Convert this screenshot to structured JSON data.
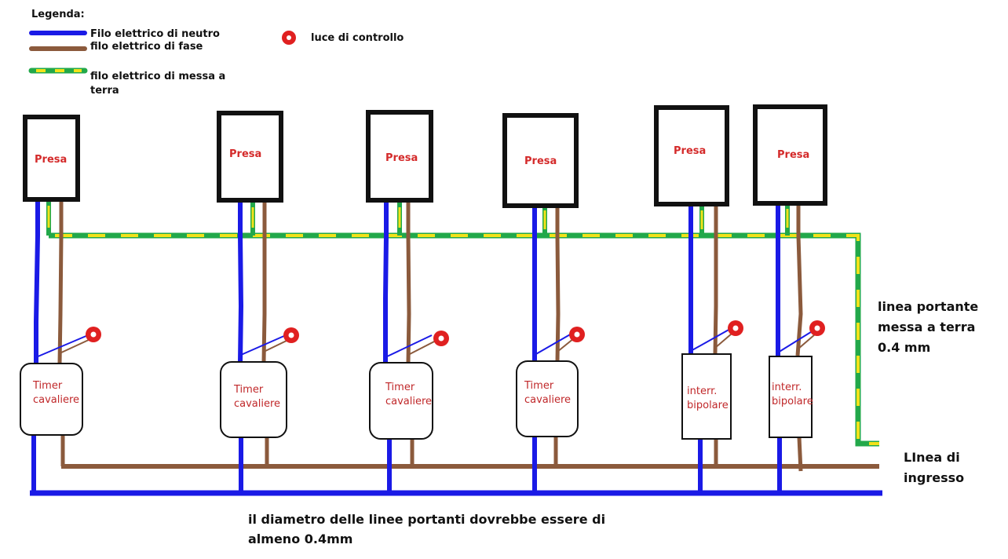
{
  "legend": {
    "title": "Legenda:",
    "neutral": "Filo elettrico di neutro",
    "phase": "filo elettrico di fase",
    "earth_line1": "filo elettrico di messa a",
    "earth_line2": "terra",
    "lamp": "luce di controllo"
  },
  "colors": {
    "neutral": "#1a1ae6",
    "phase": "#8b5a3c",
    "earth": "#22a84a",
    "earth_dash": "#f2e21a",
    "lamp": "#e02020",
    "label_red": "#d42a2a"
  },
  "sockets": [
    {
      "label": "Presa"
    },
    {
      "label": "Presa"
    },
    {
      "label": "Presa"
    },
    {
      "label": "Presa"
    },
    {
      "label": "Presa"
    },
    {
      "label": "Presa"
    }
  ],
  "devices": [
    {
      "line1": "Timer",
      "line2": "cavaliere"
    },
    {
      "line1": "Timer",
      "line2": "cavaliere"
    },
    {
      "line1": "Timer",
      "line2": "cavaliere"
    },
    {
      "line1": "Timer",
      "line2": "cavaliere"
    },
    {
      "line1": "interr.",
      "line2": "bipolare"
    },
    {
      "line1": "interr.",
      "line2": "bipolare"
    }
  ],
  "labels": {
    "earth_main_1": "linea portante",
    "earth_main_2": "messa a terra",
    "earth_main_3": "0.4 mm",
    "input_1": "LInea di",
    "input_2": "ingresso",
    "footer_1": "il diametro delle linee portanti dovrebbe essere di",
    "footer_2": "almeno 0.4mm"
  }
}
